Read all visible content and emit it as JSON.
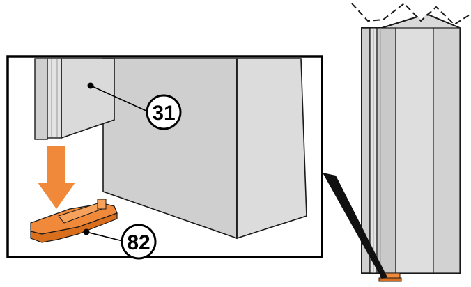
{
  "callouts": [
    {
      "id": "callout-31",
      "label": "31"
    },
    {
      "id": "callout-82",
      "label": "82"
    }
  ],
  "colors": {
    "panel": "#d6d6d6",
    "panel_dark": "#c4c4c4",
    "panel_light": "#e6e6e6",
    "orange": "#f08a3a",
    "orange_dark": "#d96f1d",
    "stroke": "#1a1a1a"
  }
}
